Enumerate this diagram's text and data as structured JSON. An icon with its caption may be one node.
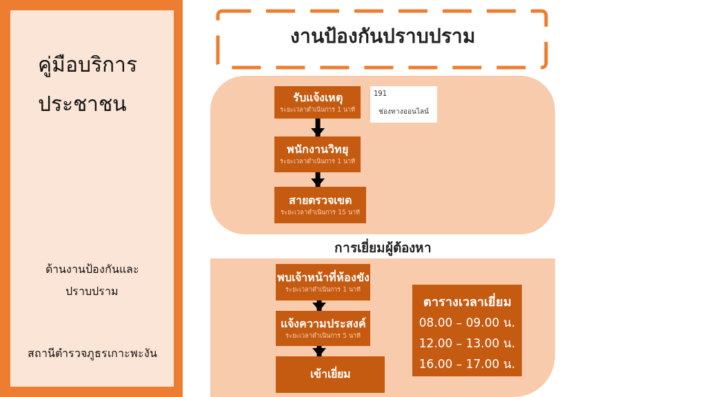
{
  "diagram": {
    "title": "งานป้องกันปราบปราม",
    "nodes": [
      {
        "text": [
          "คู่มือบริการประชาชน",
          "ด้านงานป้องกันและปราบปราม",
          "สถานีตำรวจภูธรเกาะพะงัน"
        ]
      },
      {
        "text": [],
        "shape": "box"
      },
      {
        "text": [
          "รับแจ้งเหตุ",
          "ระยะเวลาดำเนินการ 1 นาที"
        ],
        "in": 1
      },
      {
        "text": [
          "191",
          "ช่องทางออนไลน์"
        ],
        "in": 1
      },
      {
        "text": [
          "พนักงานวิทยุ",
          "ระยะเวลาดำเนินการ 1 นาที"
        ],
        "in": 1
      },
      {
        "text": [
          "สายตรวจเขต",
          "ระยะเวลาดำเนินการ 15 นาที"
        ],
        "in": 1
      },
      {
        "text": [
          "การเยี่ยมผู้ต้องหา"
        ]
      },
      {
        "text": [
          "พบเจ้าหน้าที่ห้องขัง",
          "ระยะเวลาดำเนินการ 1 นาที"
        ],
        "in": 6
      },
      {
        "text": [
          "แจ้งความประสงค์",
          "ระยะเวลาดำเนินการ 5 นาที"
        ],
        "in": 6
      },
      {
        "text": [
          "เข้าเยี่ยม"
        ],
        "in": 6
      },
      {
        "text": [
          "ตารางเวลาเยี่ยม",
          "08.00 – 09.00 น.",
          "12.00 – 13.00 น.",
          "16.00 – 17.00 น."
        ],
        "in": 6
      }
    ],
    "edges": [
      {
        "from": 2,
        "to": 4,
        "arrow": "to"
      },
      {
        "from": 4,
        "to": 5,
        "arrow": "to"
      },
      {
        "from": 7,
        "to": 8,
        "arrow": "to"
      },
      {
        "from": 8,
        "to": 9,
        "arrow": "to"
      }
    ]
  }
}
